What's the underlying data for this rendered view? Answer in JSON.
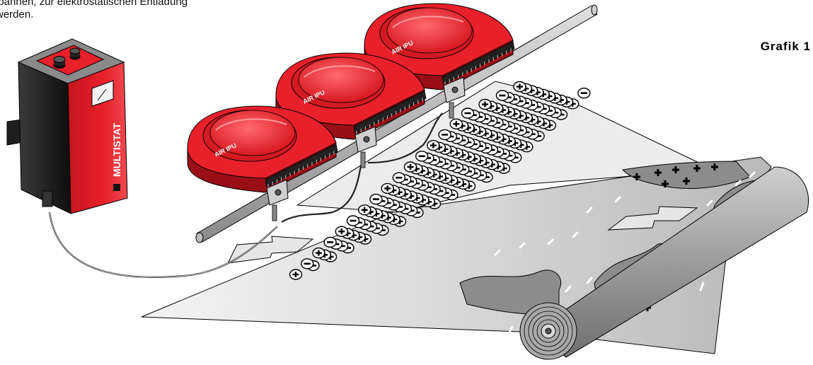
{
  "caption": {
    "line1": "lbahnen, zur elektrostatischen Entladung",
    "line2": "werden."
  },
  "graphic_label": "Grafik 1",
  "power_unit": {
    "brand": "MULTISTAT"
  },
  "ionizer_heads": [
    {
      "label": "AIR IPU"
    },
    {
      "label": "AIR IPU"
    },
    {
      "label": "AIR IPU"
    }
  ],
  "colors": {
    "device_red": "#e8202a",
    "device_dark": "#9a0f16",
    "web_light": "#e4e4e4",
    "web_mid": "#9a9a9a",
    "outline": "#000000"
  }
}
